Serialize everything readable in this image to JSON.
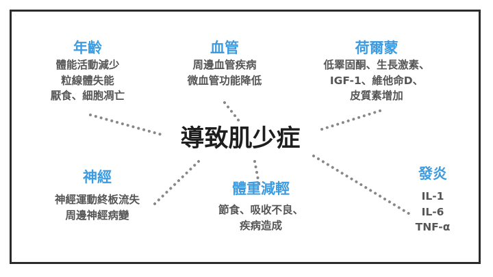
{
  "center": "導致肌少症",
  "factors": {
    "age": {
      "title": "年齡",
      "lines": [
        "體能活動減少",
        "粒線體失能",
        "厭食、細胞凋亡"
      ]
    },
    "vascular": {
      "title": "血管",
      "lines": [
        "周邊血管疾病",
        "微血管功能降低"
      ]
    },
    "hormone": {
      "title": "荷爾蒙",
      "lines": [
        "低睪固酮、生長激素、",
        "IGF-1、維他命D、",
        "皮質素增加"
      ]
    },
    "nerve": {
      "title": "神經",
      "lines": [
        "神經運動終板流失",
        "周邊神經病變"
      ]
    },
    "weight_loss": {
      "title": "體重減輕",
      "lines": [
        "節食、吸收不良、",
        "疾病造成"
      ]
    },
    "inflammation": {
      "title": "發炎",
      "lines": [
        "IL-1",
        "IL-6",
        "TNF-α"
      ]
    }
  },
  "colors": {
    "title": "#3d9be0",
    "text": "#555555",
    "center": "#1e1e1e",
    "dots": "#888888"
  }
}
